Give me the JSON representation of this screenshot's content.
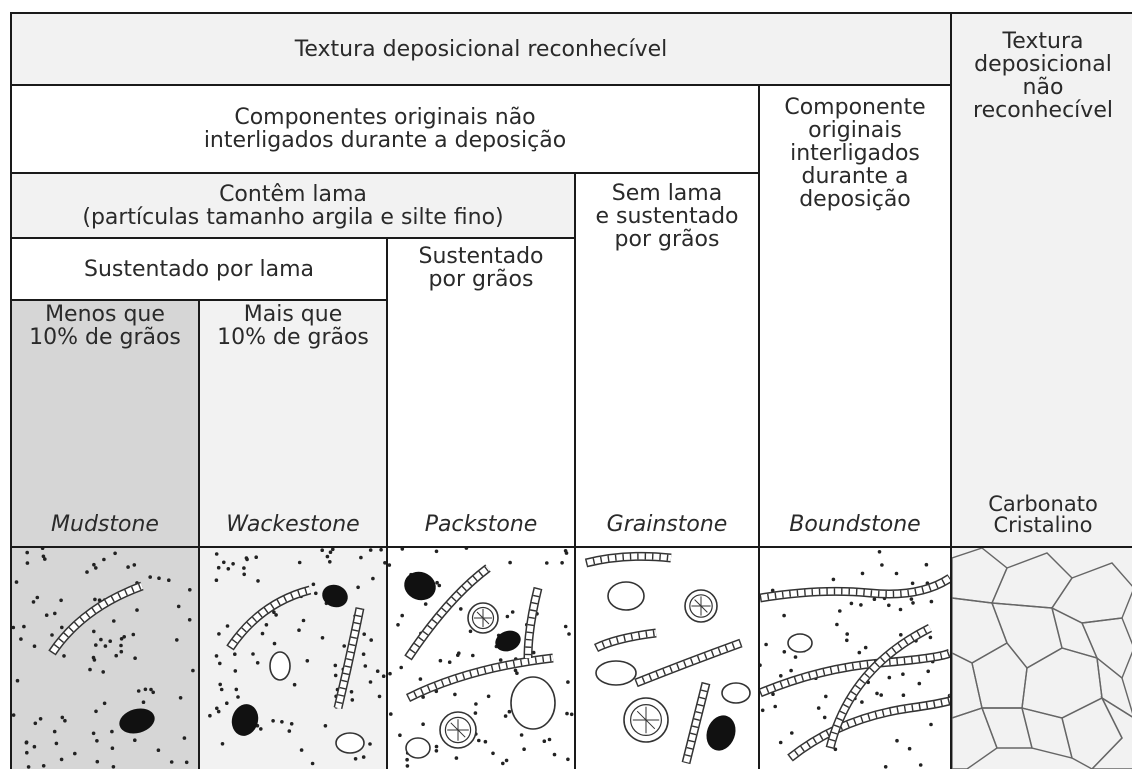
{
  "headers": {
    "recognizable": "Textura deposicional reconhecível",
    "not_recognizable": "Textura\ndeposicional\nnão\nreconhecível",
    "not_interlinked": "Componentes originais não\ninterligados durante a deposição",
    "interlinked": "Componente\noriginais\ninterligados\ndurante a\ndeposição",
    "contains_mud": "Contêm lama\n(partículas tamanho argila e silte fino)",
    "no_mud": "Sem lama\ne sustentado\npor grãos",
    "mud_supported": "Sustentado por lama",
    "grain_supported": "Sustentado\npor grãos",
    "less_10": "Menos que\n10% de grãos",
    "more_10": "Mais que\n10% de grãos"
  },
  "rock_types": {
    "mudstone": "Mudstone",
    "wackestone": "Wackestone",
    "packstone": "Packstone",
    "grainstone": "Grainstone",
    "boundstone": "Boundstone",
    "crystalline": "Carbonato\nCristalino"
  },
  "illustrations": {
    "mudstone": "sparse-grains-in-mud",
    "wackestone": "mud-with-more-grains",
    "packstone": "grain-framework-with-mud",
    "grainstone": "grains-without-mud",
    "boundstone": "bound-organic-layers",
    "crystalline": "crystal-mosaic"
  }
}
